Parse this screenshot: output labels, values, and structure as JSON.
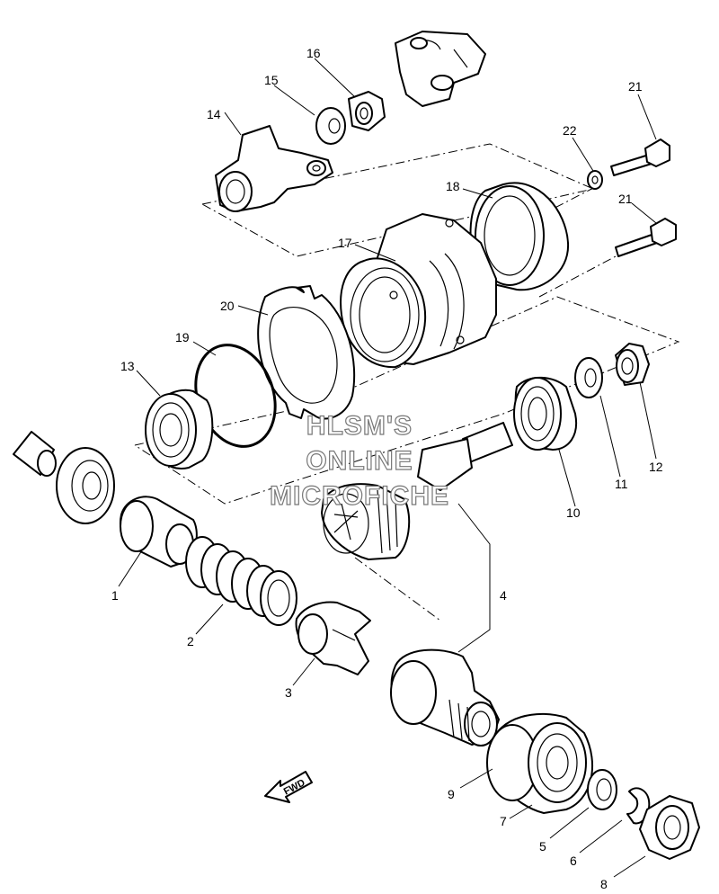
{
  "watermark": {
    "line1": "HLSM'S",
    "line2": "ONLINE",
    "line3": "MICROFICHE"
  },
  "direction_label": "FWD",
  "callouts": {
    "c1": "1",
    "c2": "2",
    "c3": "3",
    "c4": "4",
    "c5": "5",
    "c6": "6",
    "c7": "7",
    "c8": "8",
    "c9": "9",
    "c10": "10",
    "c11": "11",
    "c12": "12",
    "c13": "13",
    "c14": "14",
    "c15": "15",
    "c16": "16",
    "c17": "17",
    "c18": "18",
    "c19": "19",
    "c20": "20",
    "c21a": "21",
    "c21b": "21",
    "c22": "22"
  }
}
